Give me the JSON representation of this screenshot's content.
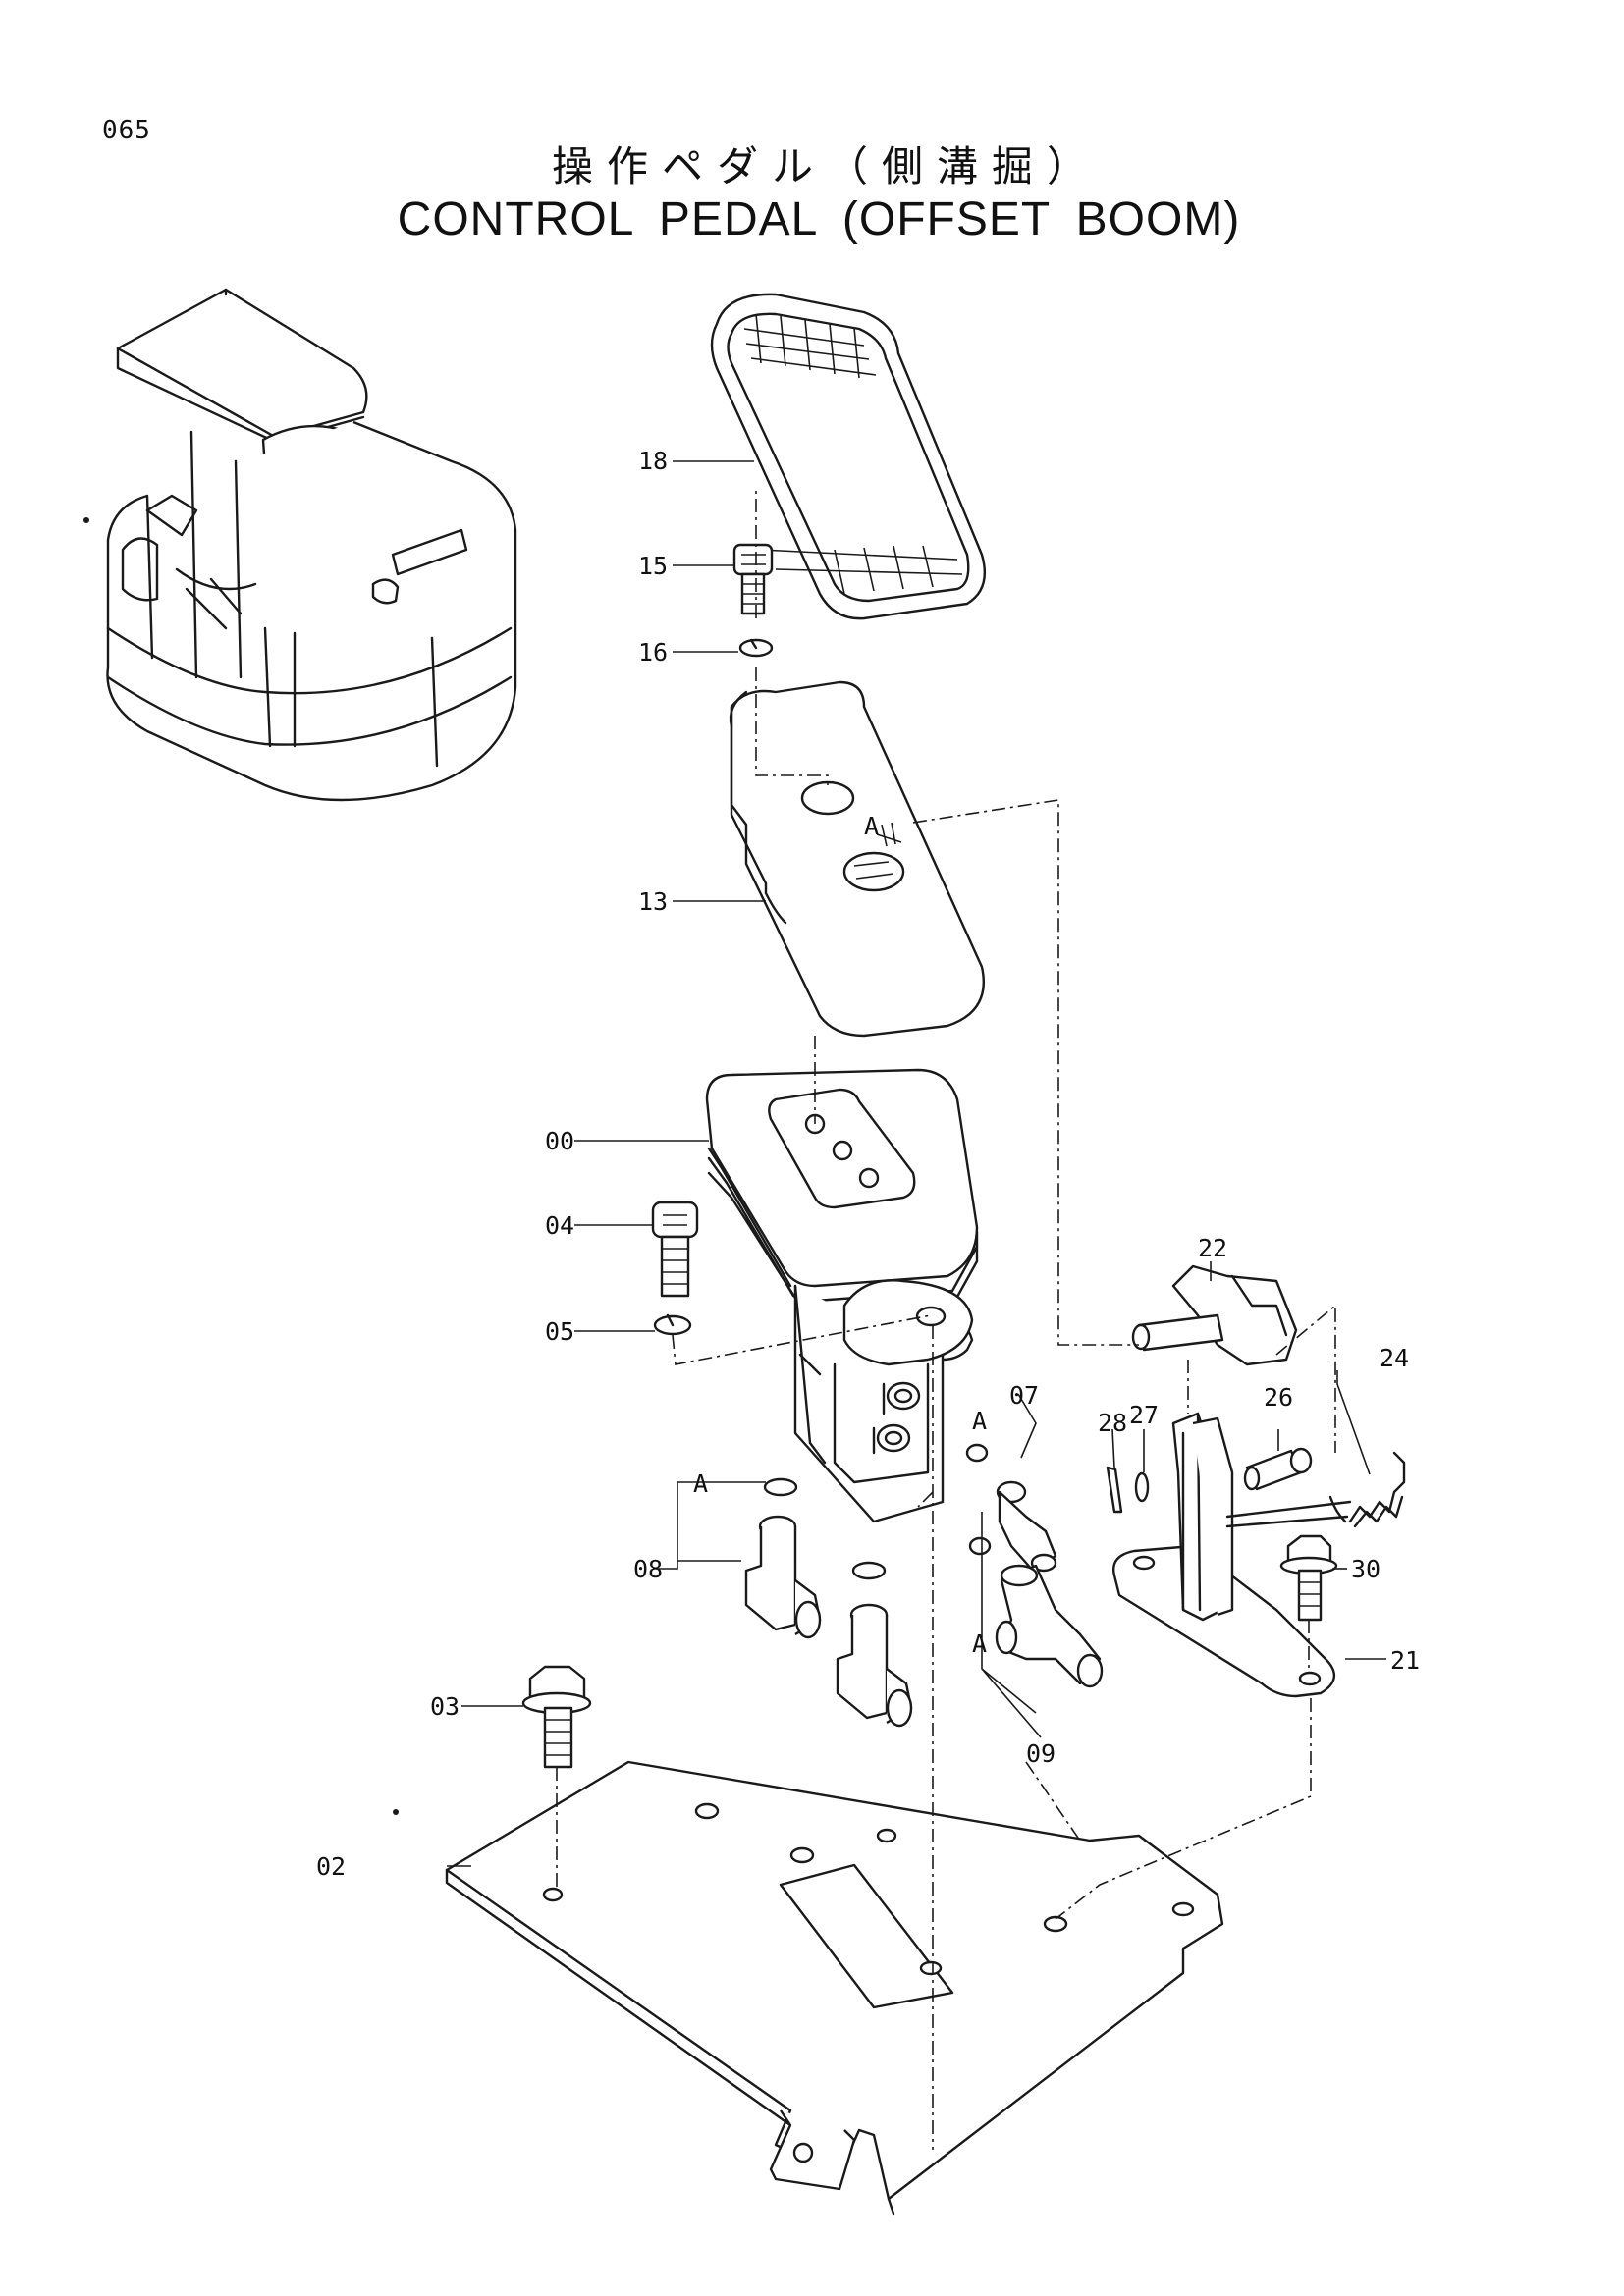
{
  "page_number": "065",
  "title_japanese": "操作ペダル（側溝掘）",
  "title_english": "CONTROL PEDAL (OFFSET BOOM)",
  "callouts": {
    "p00": "00",
    "p02": "02",
    "p03": "03",
    "p04": "04",
    "p05": "05",
    "p07": "07",
    "p08": "08",
    "p09": "09",
    "p13": "13",
    "p15": "15",
    "p16": "16",
    "p18": "18",
    "p21": "21",
    "p22": "22",
    "p24": "24",
    "p26": "26",
    "p27": "27",
    "p28": "28",
    "p30": "30"
  },
  "reference_marks": {
    "a1": "A",
    "a2": "A",
    "a3": "A"
  }
}
